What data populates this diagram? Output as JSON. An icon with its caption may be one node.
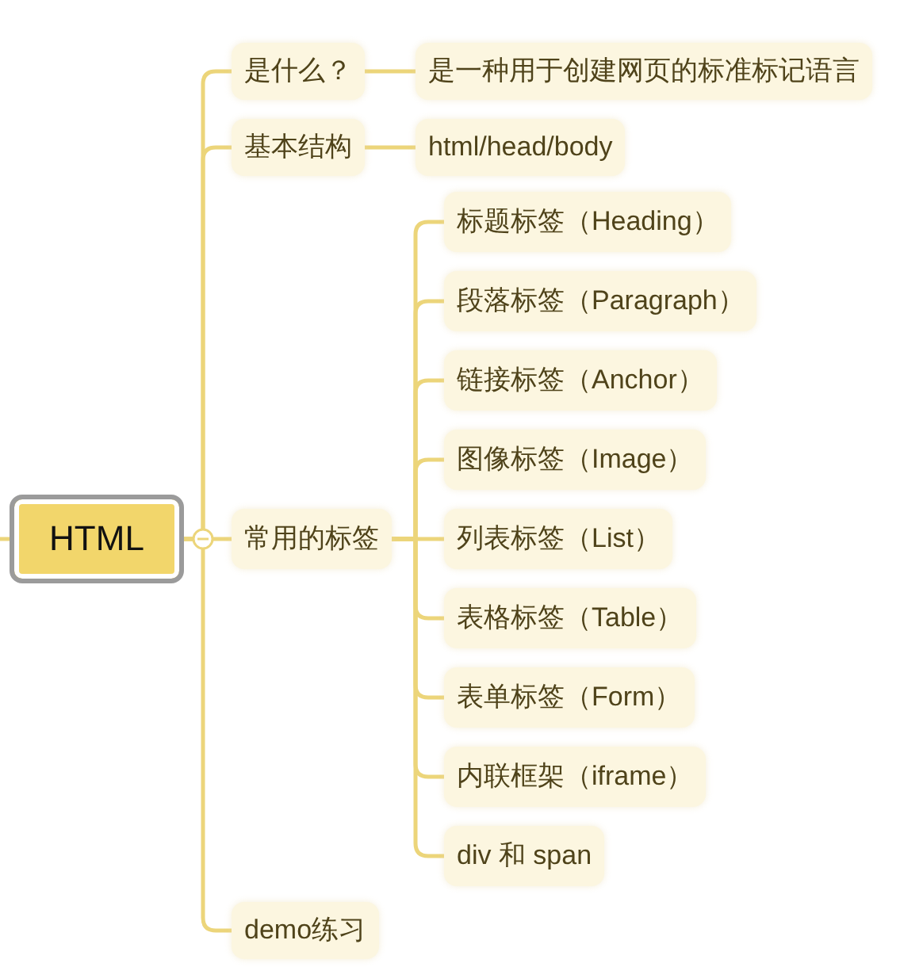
{
  "diagram": {
    "nodes": [
      {
        "text": [
          "HTML"
        ]
      },
      {
        "text": [
          "是什么？"
        ]
      },
      {
        "text": [
          "是一种用于创建网页的标准标记语言"
        ]
      },
      {
        "text": [
          "基本结构"
        ]
      },
      {
        "text": [
          "html/head/body"
        ]
      },
      {
        "text": [
          "常用的标签"
        ]
      },
      {
        "text": [
          "标题标签（Heading）"
        ]
      },
      {
        "text": [
          "段落标签（Paragraph）"
        ]
      },
      {
        "text": [
          "链接标签（Anchor）"
        ]
      },
      {
        "text": [
          "图像标签（Image）"
        ]
      },
      {
        "text": [
          "列表标签（List）"
        ]
      },
      {
        "text": [
          "表格标签（Table）"
        ]
      },
      {
        "text": [
          "表单标签（Form）"
        ]
      },
      {
        "text": [
          "内联框架（iframe）"
        ]
      },
      {
        "text": [
          "div 和 span"
        ]
      },
      {
        "text": [
          "demo练习"
        ]
      }
    ],
    "edges": [
      {
        "from": null,
        "to": 0,
        "arrow": "none"
      },
      {
        "from": 0,
        "to": 1,
        "arrow": "none"
      },
      {
        "from": 1,
        "to": 2,
        "arrow": "none"
      },
      {
        "from": 0,
        "to": 3,
        "arrow": "none"
      },
      {
        "from": 3,
        "to": 4,
        "arrow": "none"
      },
      {
        "from": 0,
        "to": 5,
        "arrow": "none"
      },
      {
        "from": 5,
        "to": 6,
        "arrow": "none"
      },
      {
        "from": 5,
        "to": 7,
        "arrow": "none"
      },
      {
        "from": 5,
        "to": 8,
        "arrow": "none"
      },
      {
        "from": 5,
        "to": 9,
        "arrow": "none"
      },
      {
        "from": 5,
        "to": 10,
        "arrow": "none"
      },
      {
        "from": 5,
        "to": 11,
        "arrow": "none"
      },
      {
        "from": 5,
        "to": 12,
        "arrow": "none"
      },
      {
        "from": 5,
        "to": 13,
        "arrow": "none"
      },
      {
        "from": 5,
        "to": 14,
        "arrow": "none"
      },
      {
        "from": 0,
        "to": 15,
        "arrow": "none"
      }
    ]
  }
}
